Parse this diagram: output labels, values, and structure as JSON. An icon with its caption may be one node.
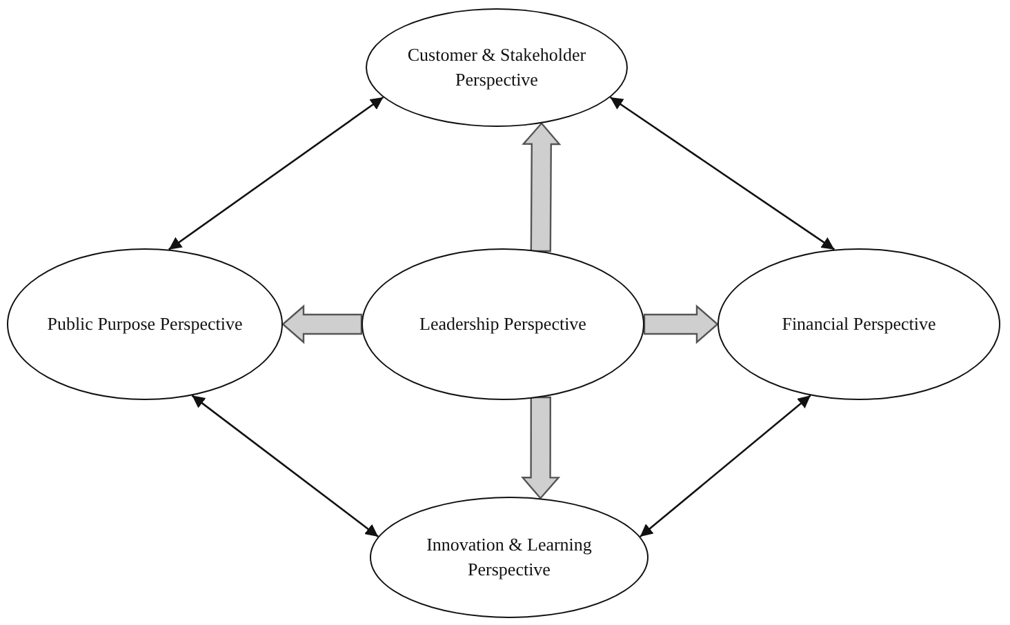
{
  "diagram": {
    "nodes": [
      {
        "text": [
          "Customer & Stakeholder Perspective"
        ]
      },
      {
        "text": [
          "Public Purpose Perspective"
        ]
      },
      {
        "text": [
          "Leadership Perspective"
        ]
      },
      {
        "text": [
          "Financial Perspective"
        ]
      },
      {
        "text": [
          "Innovation & Learning Perspective"
        ]
      }
    ],
    "edges": [
      {
        "from": 2,
        "to": 0,
        "arrow": "to",
        "style": "thick"
      },
      {
        "from": 2,
        "to": 1,
        "arrow": "to",
        "style": "thick"
      },
      {
        "from": 2,
        "to": 3,
        "arrow": "to",
        "style": "thick"
      },
      {
        "from": 2,
        "to": 4,
        "arrow": "to",
        "style": "thick"
      },
      {
        "from": 0,
        "to": 1,
        "arrow": "both"
      },
      {
        "from": 0,
        "to": 3,
        "arrow": "both"
      },
      {
        "from": 1,
        "to": 4,
        "arrow": "both"
      },
      {
        "from": 3,
        "to": 4,
        "arrow": "both"
      }
    ]
  }
}
